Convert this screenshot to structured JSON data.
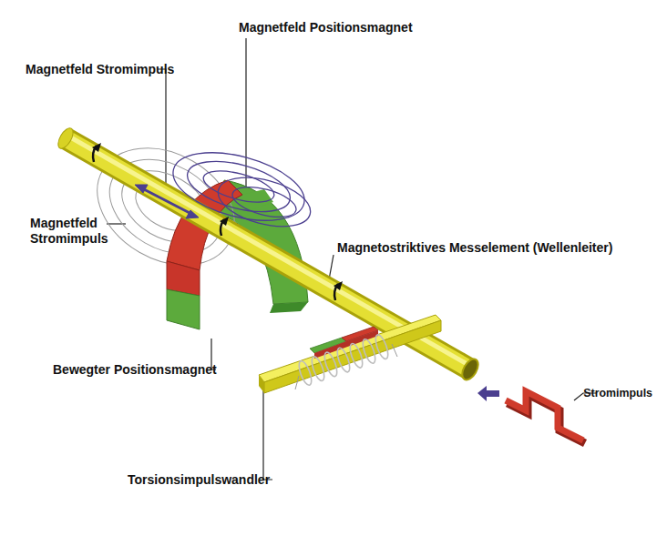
{
  "diagram": {
    "labels": [
      "Magnetfeld Positionsmagnet",
      "Magnetfeld Stromimpuls",
      "Magnetfeld Stromimpuls",
      "Magnetostriktives Messelement (Wellenleiter)",
      "Bewegter Positionsmagnet",
      "Stromimpuls",
      "Torsionsimpulswandler"
    ]
  }
}
